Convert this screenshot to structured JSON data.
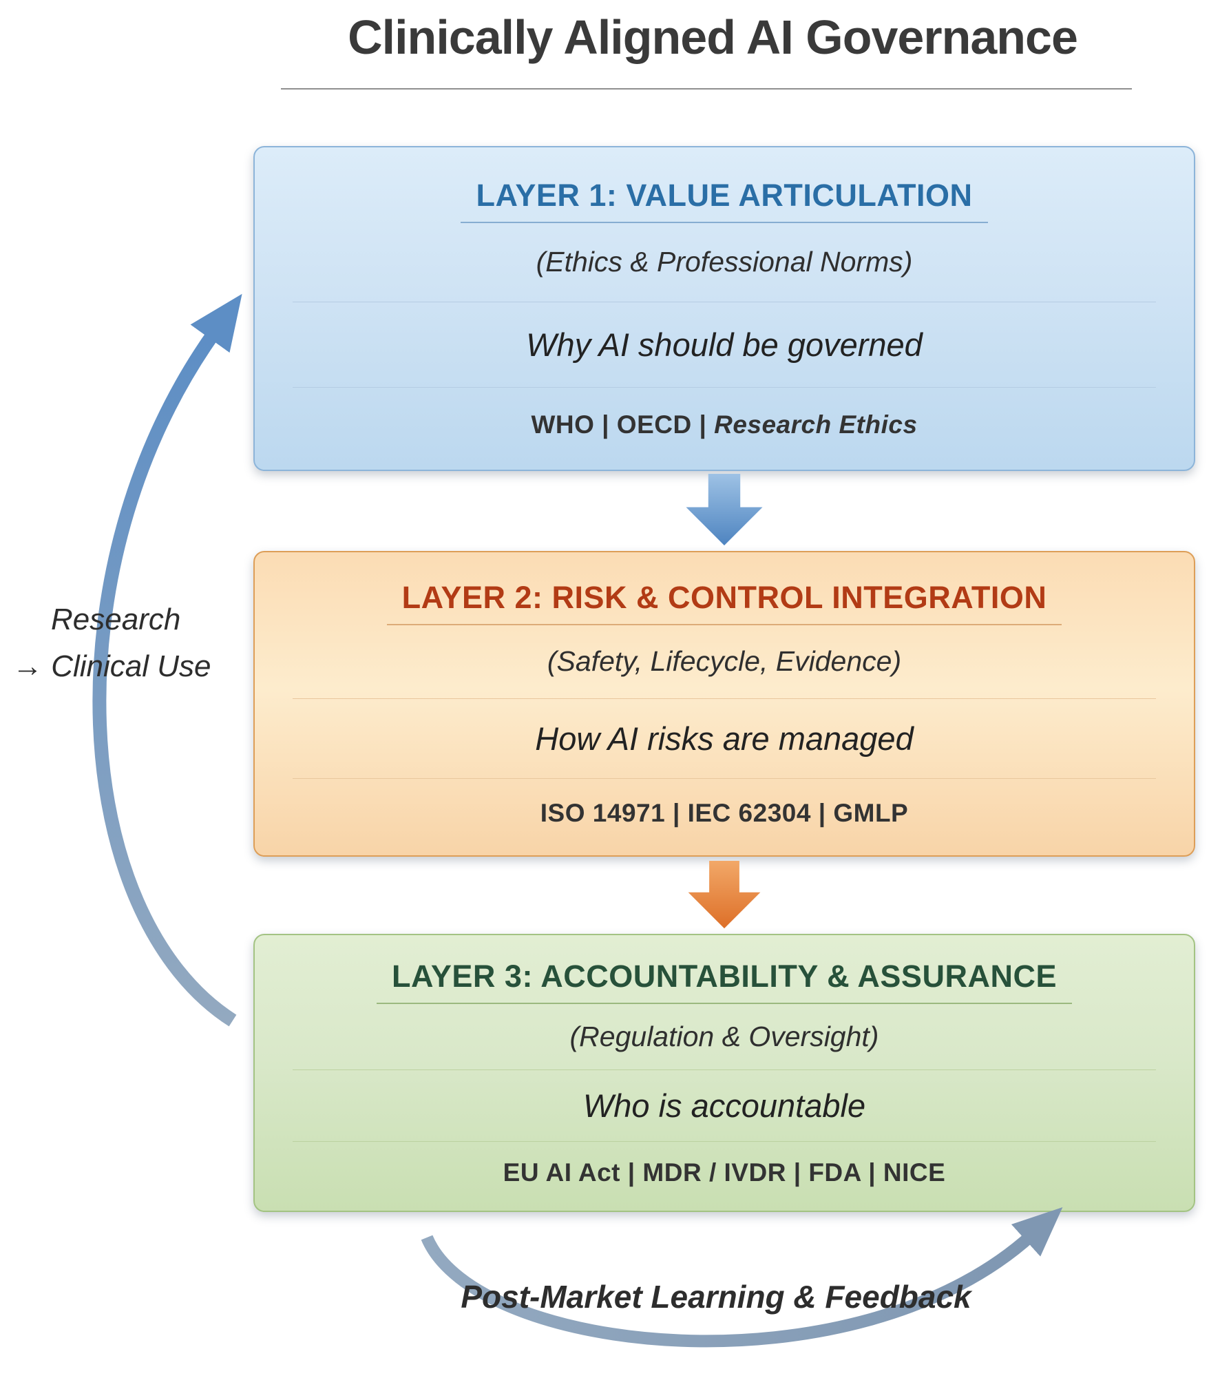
{
  "title": "Clinically Aligned AI Governance",
  "layers": [
    {
      "heading": "LAYER 1: VALUE ARTICULATION",
      "subtitle": "(Ethics & Professional Norms)",
      "statement": "Why AI should be governed",
      "standards_prefix": "WHO | OECD | ",
      "standards_italic": "Research Ethics",
      "colors": {
        "heading": "#2a6ea6",
        "background": "#cfe3f4",
        "border": "#8cb4d9"
      }
    },
    {
      "heading": "LAYER 2: RISK & CONTROL INTEGRATION",
      "subtitle": "(Safety, Lifecycle, Evidence)",
      "statement": "How AI risks are managed",
      "standards_prefix": "ISO 14971 | IEC 62304 | GMLP",
      "standards_italic": "",
      "colors": {
        "heading": "#b23b15",
        "background": "#fbdfc0",
        "border": "#dd9e58"
      }
    },
    {
      "heading": "LAYER 3: ACCOUNTABILITY & ASSURANCE",
      "subtitle": "(Regulation & Oversight)",
      "statement": "Who is accountable",
      "standards_prefix": "EU AI Act | MDR / IVDR | FDA | NICE",
      "standards_italic": "",
      "colors": {
        "heading": "#27513a",
        "background": "#d9e8c9",
        "border": "#a3c383"
      }
    }
  ],
  "left_loop": {
    "label_line1": "Research",
    "label_line2": "→ Clinical Use",
    "arrow_color": "#6d8fba"
  },
  "bottom_loop": {
    "label": "Post-Market Learning & Feedback",
    "arrow_color": "#7f97b2"
  },
  "flow_arrows": {
    "layer1_to_layer2_color": "#5b8cc4",
    "layer2_to_layer3_color": "#e07b33"
  }
}
